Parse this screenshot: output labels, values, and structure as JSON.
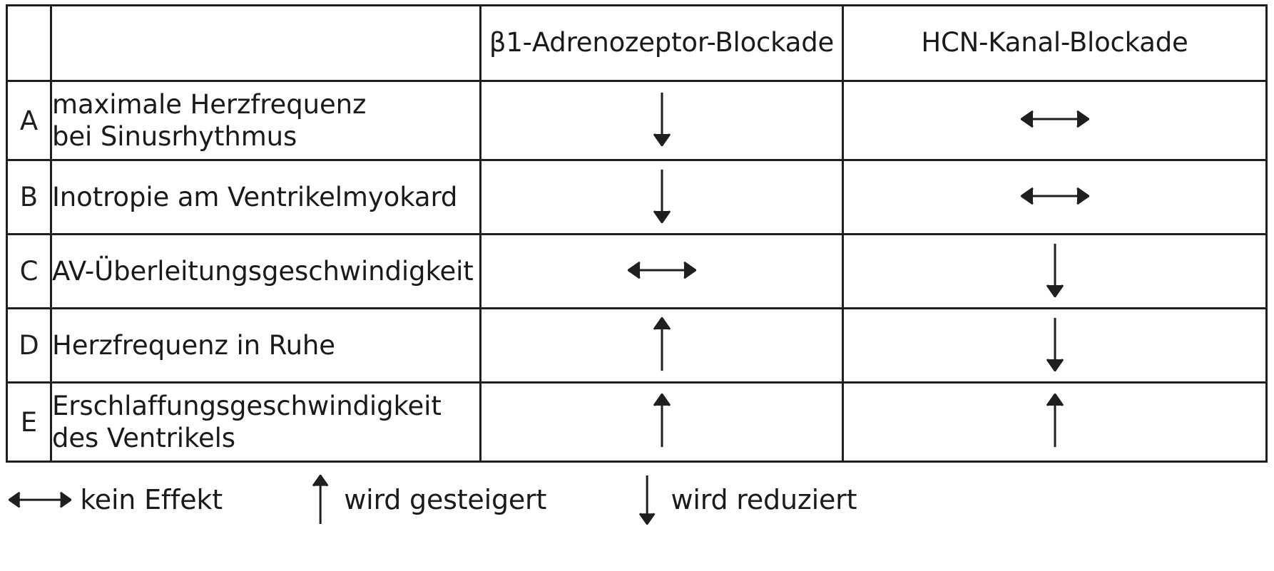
{
  "table": {
    "columns": [
      {
        "key": "letter",
        "header": ""
      },
      {
        "key": "label",
        "header": ""
      },
      {
        "key": "col1",
        "header": "β1-Adrenozeptor-Blockade"
      },
      {
        "key": "col2",
        "header": "HCN-Kanal-Blockade"
      }
    ],
    "rows": [
      {
        "letter": "A",
        "label_line1": "maximale Herzfrequenz",
        "label_line2": "bei Sinusrhythmus",
        "col1": "arrow-down",
        "col2": "arrow-left-right"
      },
      {
        "letter": "B",
        "label_line1": "Inotropie am Ventrikelmyokard",
        "label_line2": "",
        "col1": "arrow-down",
        "col2": "arrow-left-right"
      },
      {
        "letter": "C",
        "label_line1": "AV-Überleitungsgeschwindigkeit",
        "label_line2": "",
        "col1": "arrow-left-right",
        "col2": "arrow-down"
      },
      {
        "letter": "D",
        "label_line1": "Herzfrequenz in Ruhe",
        "label_line2": "",
        "col1": "arrow-up",
        "col2": "arrow-down"
      },
      {
        "letter": "E",
        "label_line1": "Erschlaffungsgeschwindigkeit",
        "label_line2": "des Ventrikels",
        "col1": "arrow-up",
        "col2": "arrow-up"
      }
    ]
  },
  "legend": {
    "items": [
      {
        "symbol": "arrow-left-right",
        "text": "kein Effekt"
      },
      {
        "symbol": "arrow-up",
        "text": "wird gesteigert"
      },
      {
        "symbol": "arrow-down",
        "text": "wird reduziert"
      }
    ]
  },
  "colors": {
    "ink": "#1f1f1f",
    "background": "#ffffff"
  }
}
